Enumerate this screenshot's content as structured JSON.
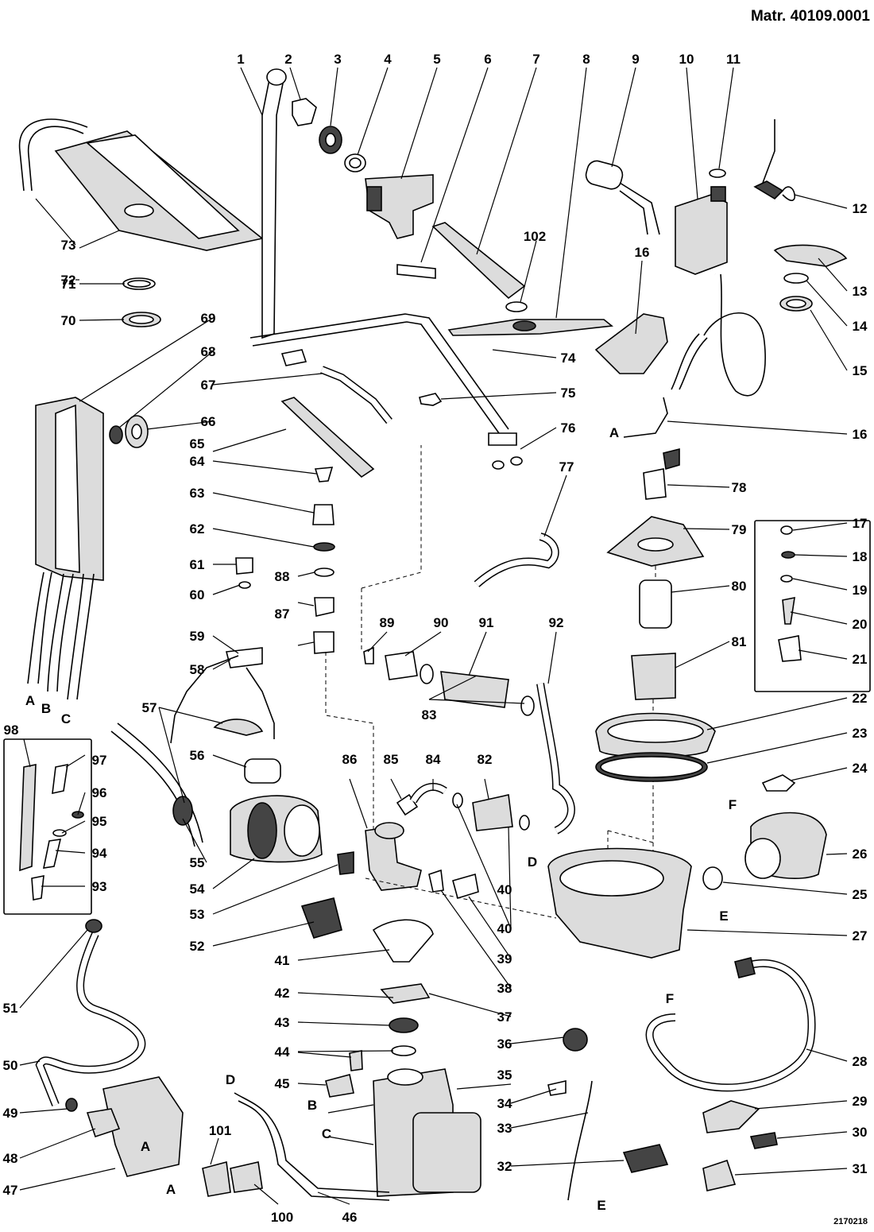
{
  "header": {
    "matr": "Matr. 40109.0001"
  },
  "footer": {
    "code": "2170218"
  },
  "part_numbers": [
    "1",
    "2",
    "3",
    "4",
    "5",
    "6",
    "7",
    "8",
    "9",
    "10",
    "11",
    "12",
    "13",
    "14",
    "15",
    "16",
    "17",
    "18",
    "19",
    "20",
    "21",
    "22",
    "23",
    "24",
    "25",
    "26",
    "27",
    "28",
    "29",
    "30",
    "31",
    "32",
    "33",
    "34",
    "35",
    "36",
    "37",
    "38",
    "39",
    "40",
    "41",
    "42",
    "43",
    "44",
    "45",
    "46",
    "47",
    "48",
    "49",
    "50",
    "51",
    "52",
    "53",
    "54",
    "55",
    "56",
    "57",
    "58",
    "59",
    "60",
    "61",
    "62",
    "63",
    "64",
    "65",
    "66",
    "67",
    "68",
    "69",
    "70",
    "71",
    "72",
    "73",
    "74",
    "75",
    "76",
    "77",
    "78",
    "79",
    "80",
    "81",
    "82",
    "83",
    "84",
    "85",
    "86",
    "87",
    "88",
    "89",
    "90",
    "91",
    "92",
    "93",
    "94",
    "95",
    "96",
    "97",
    "98",
    "100",
    "101",
    "102"
  ],
  "connection_letters": [
    "A",
    "B",
    "C",
    "D",
    "E",
    "F"
  ]
}
